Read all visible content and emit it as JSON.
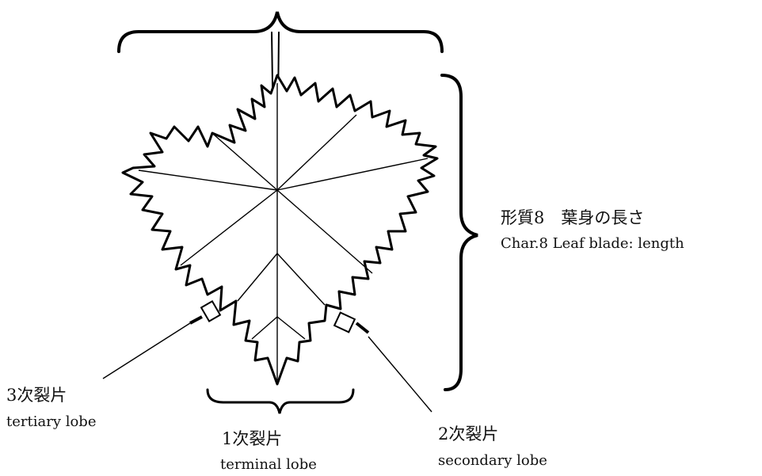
{
  "blade_length": {
    "label_jp": "形質8　葉身の長さ",
    "label_en": "Char.8 Leaf blade: length"
  },
  "tertiary_lobe": {
    "label_jp": "3次裂片",
    "label_en": "tertiary lobe"
  },
  "terminal_lobe": {
    "label_jp": "1次裂片",
    "label_en": "terminal lobe"
  },
  "secondary_lobe": {
    "label_jp": "2次裂片",
    "label_en": "secondary lobe"
  }
}
